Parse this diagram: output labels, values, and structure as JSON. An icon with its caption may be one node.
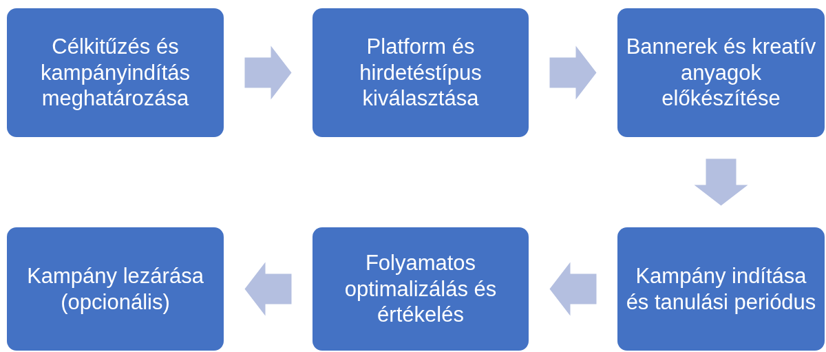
{
  "diagram": {
    "nodes": [
      {
        "text": [
          "Célkitűzés és kampányindítás meghatározása"
        ]
      },
      {
        "text": [
          "Platform és hirdetéstípus kiválasztása"
        ]
      },
      {
        "text": [
          "Bannerek és kreatív anyagok előkészítése"
        ]
      },
      {
        "text": [
          "Kampány lezárása (opcionális)"
        ]
      },
      {
        "text": [
          "Folyamatos optimalizálás és értékelés"
        ]
      },
      {
        "text": [
          "Kampány indítása és tanulási periódus"
        ]
      }
    ],
    "edges": [
      {
        "from": 0,
        "to": 1,
        "arrow": "to"
      },
      {
        "from": 1,
        "to": 2,
        "arrow": "to"
      },
      {
        "from": 2,
        "to": 5,
        "arrow": "to"
      },
      {
        "from": 5,
        "to": 4,
        "arrow": "to"
      },
      {
        "from": 4,
        "to": 3,
        "arrow": "to"
      }
    ]
  }
}
